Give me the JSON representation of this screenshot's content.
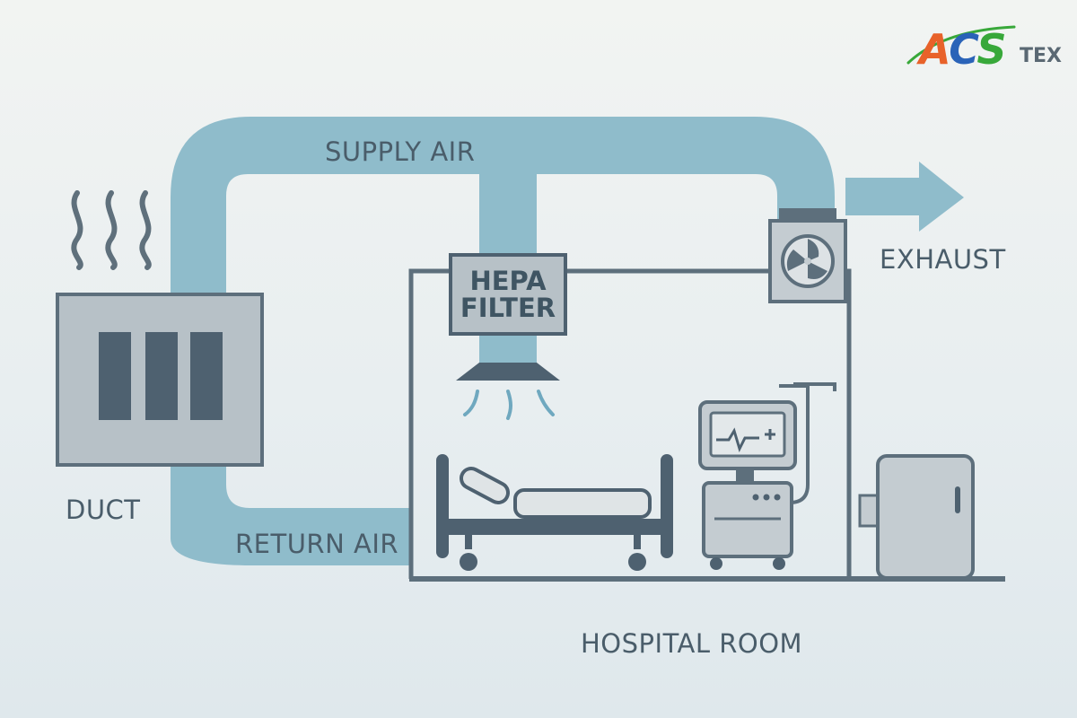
{
  "labels": {
    "supply_air": "SUPPLY AIR",
    "return_air": "RETURN AIR",
    "exhaust": "EXHAUST",
    "duct": "DUCT",
    "hospital_room": "HOSPITAL ROOM",
    "hepa_line1": "HEPA",
    "hepa_line2": "FILTER"
  },
  "logo": {
    "text": "ACSTEX",
    "letters": [
      "A",
      "C",
      "S"
    ],
    "suffix": "TEX"
  },
  "colors": {
    "duct_blue": "#8fbccb",
    "outline": "#5d6f7c",
    "panel": "#b9c3c9",
    "dark_slate": "#4e6170",
    "logo_orange": "#e8622a",
    "logo_blue": "#2a63b8",
    "logo_green": "#38a83a"
  },
  "icons": [
    "heat-waves-icon",
    "fan-icon",
    "exhaust-arrow-icon",
    "bed-icon",
    "monitor-icon",
    "cabinet-icon"
  ]
}
